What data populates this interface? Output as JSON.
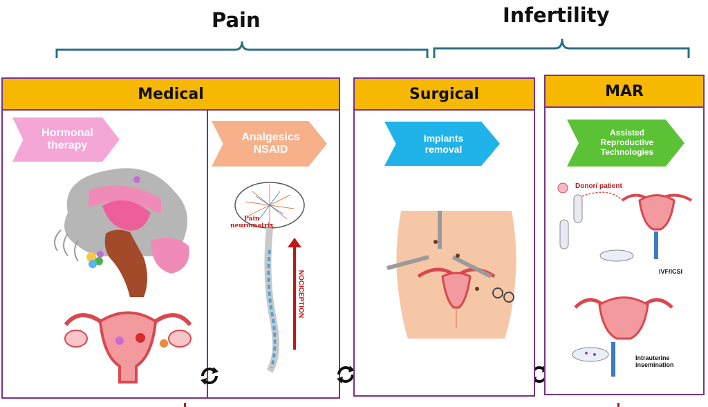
{
  "top": {
    "pain": "Pain",
    "infertility": "Infertility"
  },
  "sections": {
    "medical": {
      "title": "Medical"
    },
    "surgical": {
      "title": "Surgical"
    },
    "mar": {
      "title": "MAR"
    }
  },
  "arrows": {
    "hormonal": "Hormonal\ntherapy",
    "analgesics": "Analgesics\nNSAID",
    "implants": "Implants\nremoval",
    "art": "Assisted\nReproductive\nTechnologies"
  },
  "labels": {
    "pain_neuromatrix": "Pain\nneuromatrix",
    "nociception": "NOCICEPTION",
    "donor_patient": "Donor/ patient",
    "ivf": "IVF/ICSI",
    "iui": "Intrauterine\ninsemination"
  },
  "colors": {
    "header": "#f6b800",
    "border": "#7a2f8f",
    "brace": "#2a6f86",
    "hormonal": "#f4a6d7",
    "analgesics": "#f6b08a",
    "implants": "#1fb3ea",
    "art": "#5bc236"
  }
}
